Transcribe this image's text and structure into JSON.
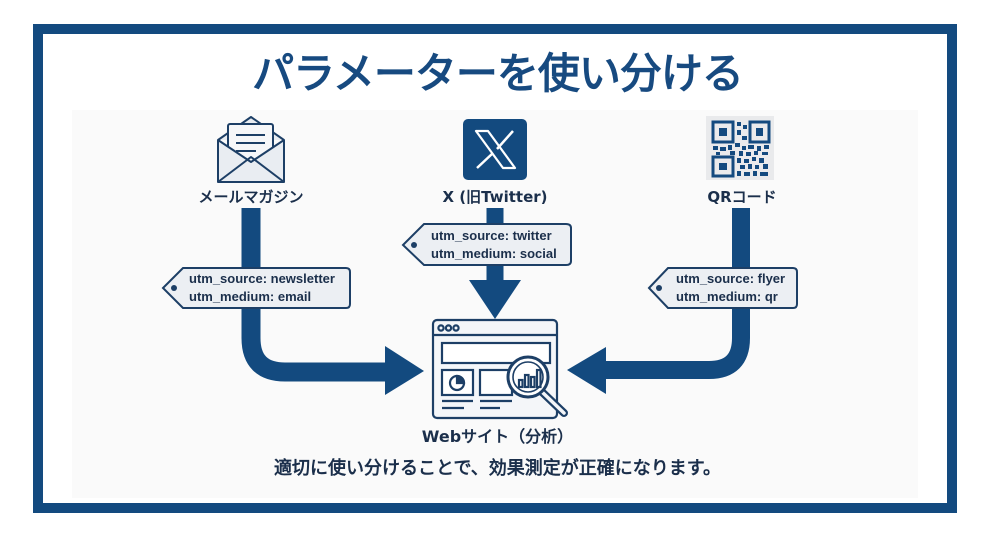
{
  "title": "パラメーターを使い分ける",
  "colors": {
    "primary": "#134a7f",
    "text": "#1b2f4b",
    "tag_fill": "#eceff3",
    "icon_stroke": "#1d3f66"
  },
  "sources": [
    {
      "label": "メールマガジン",
      "icon": "envelope-icon",
      "utm_source": "utm_source: newsletter",
      "utm_medium": "utm_medium: email"
    },
    {
      "label": "X (旧Twitter)",
      "icon": "x-logo-icon",
      "utm_source": "utm_source: twitter",
      "utm_medium": "utm_medium: social"
    },
    {
      "label": "QRコード",
      "icon": "qr-code-icon",
      "utm_source": "utm_source: flyer",
      "utm_medium": "utm_medium: qr"
    }
  ],
  "destination": {
    "label": "Webサイト（分析）",
    "icon": "web-analytics-icon"
  },
  "footer": "適切に使い分けることで、効果測定が正確になります。"
}
